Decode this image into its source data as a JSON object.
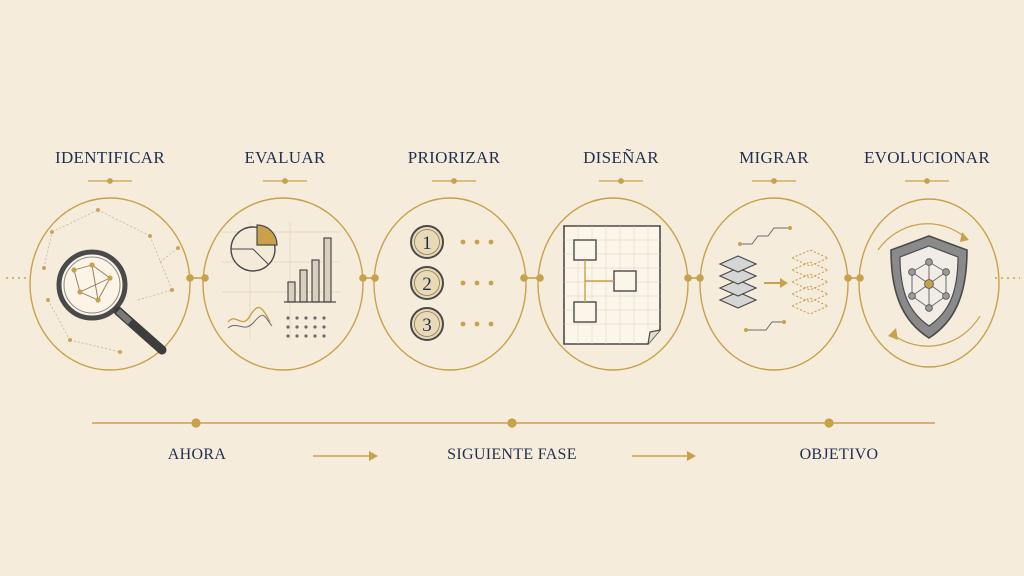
{
  "steps": [
    {
      "label": "IDENTIFICAR",
      "icon": "magnifier-network-icon"
    },
    {
      "label": "EVALUAR",
      "icon": "charts-analysis-icon"
    },
    {
      "label": "PRIORIZAR",
      "icon": "numbered-list-icon"
    },
    {
      "label": "DISEÑAR",
      "icon": "blueprint-diagram-icon"
    },
    {
      "label": "MIGRAR",
      "icon": "layer-migration-icon"
    },
    {
      "label": "EVOLUCIONAR",
      "icon": "shield-network-icon"
    }
  ],
  "priority_numbers": [
    "1",
    "2",
    "3"
  ],
  "timeline": {
    "phases": [
      "AHORA",
      "SIGUIENTE FASE",
      "OBJETIVO"
    ]
  },
  "colors": {
    "background": "#f6ecdc",
    "gold": "#c8a24a",
    "navy": "#1f2f4f",
    "sketch": "#5a5a5a"
  }
}
